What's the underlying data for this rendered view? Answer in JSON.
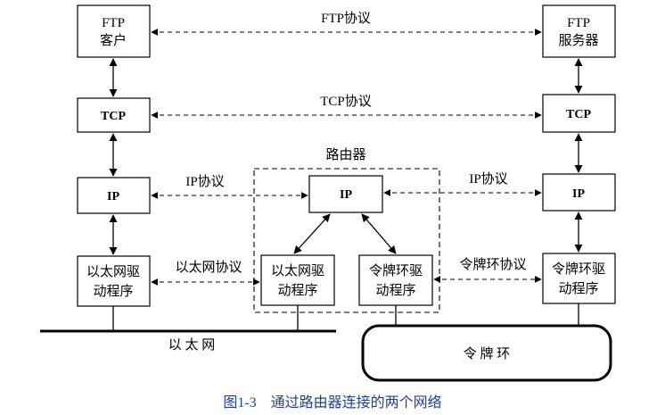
{
  "left_host": {
    "ftp_line1": "FTP",
    "ftp_line2": "客户",
    "tcp": "TCP",
    "ip": "IP",
    "driver_line1": "以太网驱",
    "driver_line2": "动程序"
  },
  "right_host": {
    "ftp_line1": "FTP",
    "ftp_line2": "服务器",
    "tcp": "TCP",
    "ip": "IP",
    "driver_line1": "令牌环驱",
    "driver_line2": "动程序"
  },
  "router": {
    "title": "路由器",
    "ip": "IP",
    "eth_line1": "以太网驱",
    "eth_line2": "动程序",
    "tr_line1": "令牌环驱",
    "tr_line2": "动程序"
  },
  "protocols": {
    "ftp": "FTP协议",
    "tcp": "TCP协议",
    "ip_left": "IP协议",
    "ip_right": "IP协议",
    "ethernet": "以太网协议",
    "token_ring": "令牌环协议"
  },
  "networks": {
    "ethernet": "以 太 网",
    "token_ring": "令  牌  环"
  },
  "caption": "图1-3　通过路由器连接的两个网络",
  "colors": {
    "caption": "#1f3f9f",
    "line": "#000000"
  }
}
